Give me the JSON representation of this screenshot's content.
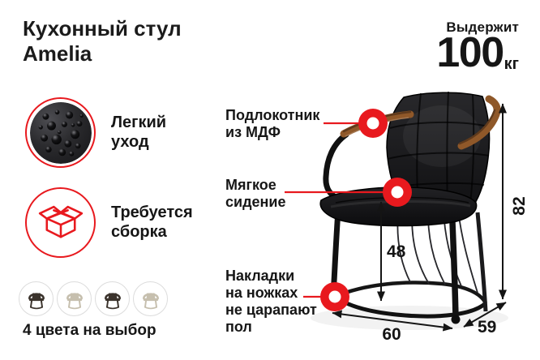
{
  "title": "Кухонный стул\nAmelia",
  "weight_badge": {
    "label": "Выдержит",
    "value": "100",
    "unit": "кг"
  },
  "features": [
    {
      "label": "Легкий\nуход",
      "icon": "water-droplets-icon"
    },
    {
      "label": "Требуется\nсборка",
      "icon": "open-box-icon"
    }
  ],
  "color_options": {
    "label": "4 цвета на выбор",
    "swatches": [
      "dark",
      "ivory",
      "dark",
      "ivory"
    ]
  },
  "callouts": [
    {
      "label": "Подлокотник\nиз МДФ"
    },
    {
      "label": "Мягкое\nсидение"
    },
    {
      "label": "Накладки\nна ножках\nне царапают\nпол"
    }
  ],
  "dimensions": {
    "height_cm": "82",
    "seat_height_cm": "48",
    "width_cm": "60",
    "depth_cm": "59"
  },
  "palette": {
    "accent_red": "#e8191e",
    "text_black": "#161616",
    "wood_brown": "#8f5829"
  }
}
